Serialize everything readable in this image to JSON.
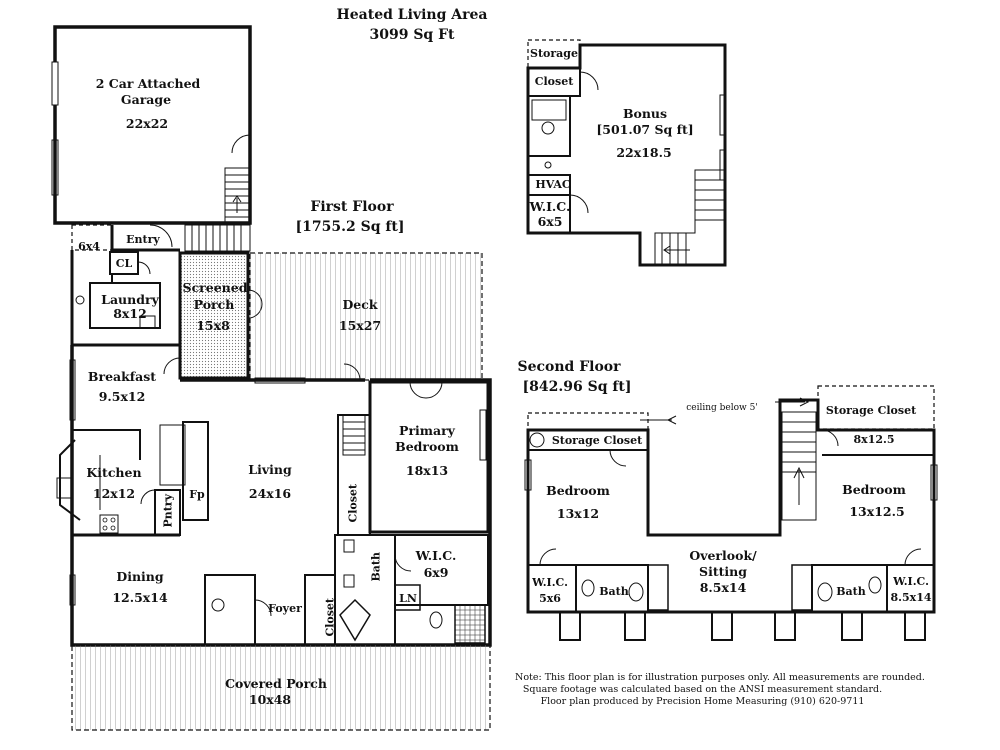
{
  "header": {
    "title": "Heated Living Area",
    "area": "3099 Sq Ft"
  },
  "first_floor": {
    "title": "First Floor",
    "area": "[1755.2 Sq ft]",
    "rooms": {
      "garage": {
        "name_line1": "2 Car Attached",
        "name_line2": "Garage",
        "size": "22x22"
      },
      "six_by_four": "6x4",
      "entry": "Entry",
      "closet_cl": "CL",
      "laundry": {
        "name": "Laundry",
        "size": "8x12"
      },
      "screened_porch": {
        "name_line1": "Screened",
        "name_line2": "Porch",
        "size": "15x8"
      },
      "deck": {
        "name": "Deck",
        "size": "15x27"
      },
      "breakfast": {
        "name": "Breakfast",
        "size": "9.5x12"
      },
      "kitchen": {
        "name": "Kitchen",
        "size": "12x12"
      },
      "fireplace": "Fp",
      "pantry": "Pntry",
      "living": {
        "name": "Living",
        "size": "24x16"
      },
      "closet_hall": "Closet",
      "primary_bedroom": {
        "name_line1": "Primary",
        "name_line2": "Bedroom",
        "size": "18x13"
      },
      "bath": "Bath",
      "primary_wic": {
        "name": "W.I.C.",
        "size": "6x9"
      },
      "linen": "LN",
      "dining": {
        "name": "Dining",
        "size": "12.5x14"
      },
      "foyer": "Foyer",
      "closet_foyer": "Closet",
      "covered_porch": {
        "name": "Covered Porch",
        "size": "10x48"
      }
    }
  },
  "bonus_floor": {
    "storage": "Storage",
    "closet": "Closet",
    "bonus": {
      "name": "Bonus",
      "area": "[501.07 Sq ft]",
      "size": "22x18.5"
    },
    "hvac": "HVAC",
    "wic": {
      "name": "W.I.C.",
      "size": "6x5"
    }
  },
  "second_floor": {
    "title": "Second Floor",
    "area": "[842.96 Sq ft]",
    "ceiling_note": "ceiling below 5'",
    "rooms": {
      "storage_closet_left": "Storage Closet",
      "storage_closet_right": "Storage Closet",
      "eight_by_twelve": "8x12.5",
      "bedroom_left": {
        "name": "Bedroom",
        "size": "13x12"
      },
      "bedroom_right": {
        "name": "Bedroom",
        "size": "13x12.5"
      },
      "overlook": {
        "name_line1": "Overlook/",
        "name_line2": "Sitting",
        "size": "8.5x14"
      },
      "wic_left": {
        "name": "W.I.C.",
        "size": "5x6"
      },
      "bath_left": "Bath",
      "bath_right": "Bath",
      "wic_right": {
        "name": "W.I.C.",
        "size": "8.5x14"
      }
    }
  },
  "notes": {
    "line1": "Note: This floor plan is for illustration purposes only. All measurements are rounded.",
    "line2": "Square footage was calculated based on the ANSI measurement standard.",
    "line3": "Floor plan produced by Precision Home Measuring (910) 620-9711"
  }
}
